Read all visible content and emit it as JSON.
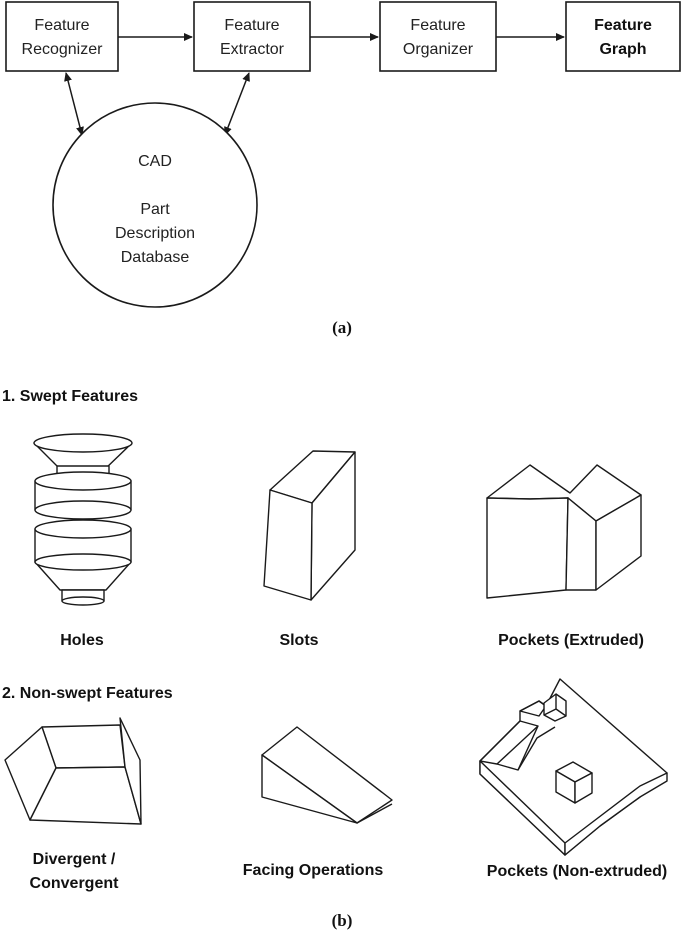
{
  "part_a": {
    "boxes": [
      {
        "line1": "Feature",
        "line2": "Recognizer",
        "bold": false
      },
      {
        "line1": "Feature",
        "line2": "Extractor",
        "bold": false
      },
      {
        "line1": "Feature",
        "line2": "Organizer",
        "bold": false
      },
      {
        "line1": "Feature",
        "line2": "Graph",
        "bold": true
      }
    ],
    "database": {
      "line1": "CAD",
      "line2": "Part",
      "line3": "Description",
      "line4": "Database"
    },
    "caption": "(a)"
  },
  "part_b": {
    "section1": {
      "title": "1. Swept Features",
      "items": [
        {
          "label": "Holes"
        },
        {
          "label": "Slots"
        },
        {
          "label": "Pockets (Extruded)"
        }
      ]
    },
    "section2": {
      "title": "2. Non-swept Features",
      "items": [
        {
          "label_line1": "Divergent /",
          "label_line2": "Convergent"
        },
        {
          "label": "Facing Operations"
        },
        {
          "label": "Pockets (Non-extruded)"
        }
      ]
    },
    "caption": "(b)"
  }
}
